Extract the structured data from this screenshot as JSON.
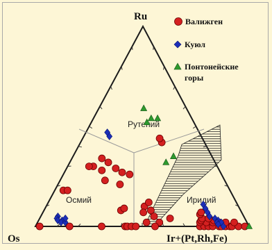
{
  "chart_data": {
    "type": "ternary-scatter",
    "corners": {
      "top": "Ru",
      "left": "Os",
      "right": "Ir+(Pt,Rh,Fe)"
    },
    "fields": [
      "Рутений",
      "Осмий",
      "Иридий"
    ],
    "series": [
      {
        "name": "Валижген",
        "marker": "circle",
        "color": "#d42020",
        "points": [
          [
            0.18,
            0.78,
            0.04
          ],
          [
            0.18,
            0.76,
            0.06
          ],
          [
            0.42,
            0.2,
            0.38
          ],
          [
            0.44,
            0.2,
            0.36
          ],
          [
            0.34,
            0.52,
            0.14
          ],
          [
            0.32,
            0.5,
            0.18
          ],
          [
            0.3,
            0.58,
            0.12
          ],
          [
            0.28,
            0.55,
            0.17
          ],
          [
            0.29,
            0.48,
            0.23
          ],
          [
            0.27,
            0.46,
            0.27
          ],
          [
            0.26,
            0.43,
            0.31
          ],
          [
            0.23,
            0.56,
            0.21
          ],
          [
            0.21,
            0.5,
            0.29
          ],
          [
            0.3,
            0.6,
            0.1
          ],
          [
            0.1,
            0.44,
            0.46
          ],
          [
            0.12,
            0.41,
            0.47
          ],
          [
            0.08,
            0.42,
            0.5
          ],
          [
            0.08,
            0.56,
            0.36
          ],
          [
            0.09,
            0.54,
            0.37
          ],
          [
            0.05,
            0.42,
            0.53
          ],
          [
            0.04,
            0.35,
            0.61
          ],
          [
            0.02,
            0.41,
            0.57
          ],
          [
            0.07,
            0.46,
            0.47
          ],
          [
            0.0,
            0.58,
            0.42
          ],
          [
            0.0,
            0.57,
            0.43
          ],
          [
            0.0,
            0.55,
            0.45
          ],
          [
            0.0,
            0.53,
            0.47
          ],
          [
            0.02,
            0.47,
            0.51
          ],
          [
            0.0,
            0.44,
            0.56
          ],
          [
            0.0,
            0.98,
            0.02
          ],
          [
            0.0,
            0.84,
            0.16
          ],
          [
            0.0,
            0.69,
            0.31
          ],
          [
            0.0,
            0.23,
            0.77
          ],
          [
            0.0,
            0.21,
            0.79
          ],
          [
            0.0,
            0.19,
            0.81
          ],
          [
            0.0,
            0.17,
            0.83
          ],
          [
            0.0,
            0.14,
            0.86
          ],
          [
            0.0,
            0.13,
            0.87
          ],
          [
            0.0,
            0.11,
            0.89
          ],
          [
            0.0,
            0.09,
            0.91
          ],
          [
            0.0,
            0.08,
            0.92
          ],
          [
            0.0,
            0.05,
            0.95
          ],
          [
            0.0,
            0.02,
            0.98
          ],
          [
            0.02,
            0.22,
            0.76
          ],
          [
            0.02,
            0.19,
            0.79
          ],
          [
            0.02,
            0.16,
            0.82
          ],
          [
            0.02,
            0.13,
            0.85
          ],
          [
            0.02,
            0.1,
            0.88
          ],
          [
            0.02,
            0.06,
            0.92
          ],
          [
            0.03,
            0.21,
            0.76
          ],
          [
            0.03,
            0.15,
            0.82
          ],
          [
            0.04,
            0.2,
            0.76
          ],
          [
            0.04,
            0.17,
            0.79
          ],
          [
            0.06,
            0.2,
            0.74
          ],
          [
            0.07,
            0.19,
            0.74
          ]
        ]
      },
      {
        "name": "Куюл",
        "marker": "diamond",
        "color": "#1c2fb8",
        "points": [
          [
            0.47,
            0.43,
            0.1
          ],
          [
            0.45,
            0.43,
            0.12
          ],
          [
            0.11,
            0.16,
            0.73
          ],
          [
            0.09,
            0.16,
            0.75
          ],
          [
            0.07,
            0.16,
            0.77
          ],
          [
            0.05,
            0.16,
            0.79
          ],
          [
            0.04,
            0.14,
            0.82
          ],
          [
            0.03,
            0.13,
            0.84
          ],
          [
            0.02,
            0.14,
            0.84
          ],
          [
            0.02,
            0.12,
            0.86
          ],
          [
            0.01,
            0.14,
            0.85
          ],
          [
            0.05,
            0.87,
            0.08
          ],
          [
            0.04,
            0.88,
            0.08
          ],
          [
            0.03,
            0.88,
            0.09
          ],
          [
            0.03,
            0.86,
            0.11
          ],
          [
            0.02,
            0.87,
            0.11
          ],
          [
            0.02,
            0.85,
            0.13
          ],
          [
            0.04,
            0.84,
            0.12
          ],
          [
            0.0,
            0.12,
            0.88
          ]
        ]
      },
      {
        "name": "Понтонейские горы",
        "marker": "triangle",
        "color": "#2e9a2e",
        "points": [
          [
            0.59,
            0.2,
            0.21
          ],
          [
            0.54,
            0.19,
            0.27
          ],
          [
            0.54,
            0.16,
            0.3
          ],
          [
            0.52,
            0.22,
            0.26
          ],
          [
            0.32,
            0.23,
            0.45
          ],
          [
            0.35,
            0.18,
            0.47
          ],
          [
            0.0,
            0.0,
            1.0
          ]
        ]
      }
    ],
    "legend_placement": "top-right"
  }
}
